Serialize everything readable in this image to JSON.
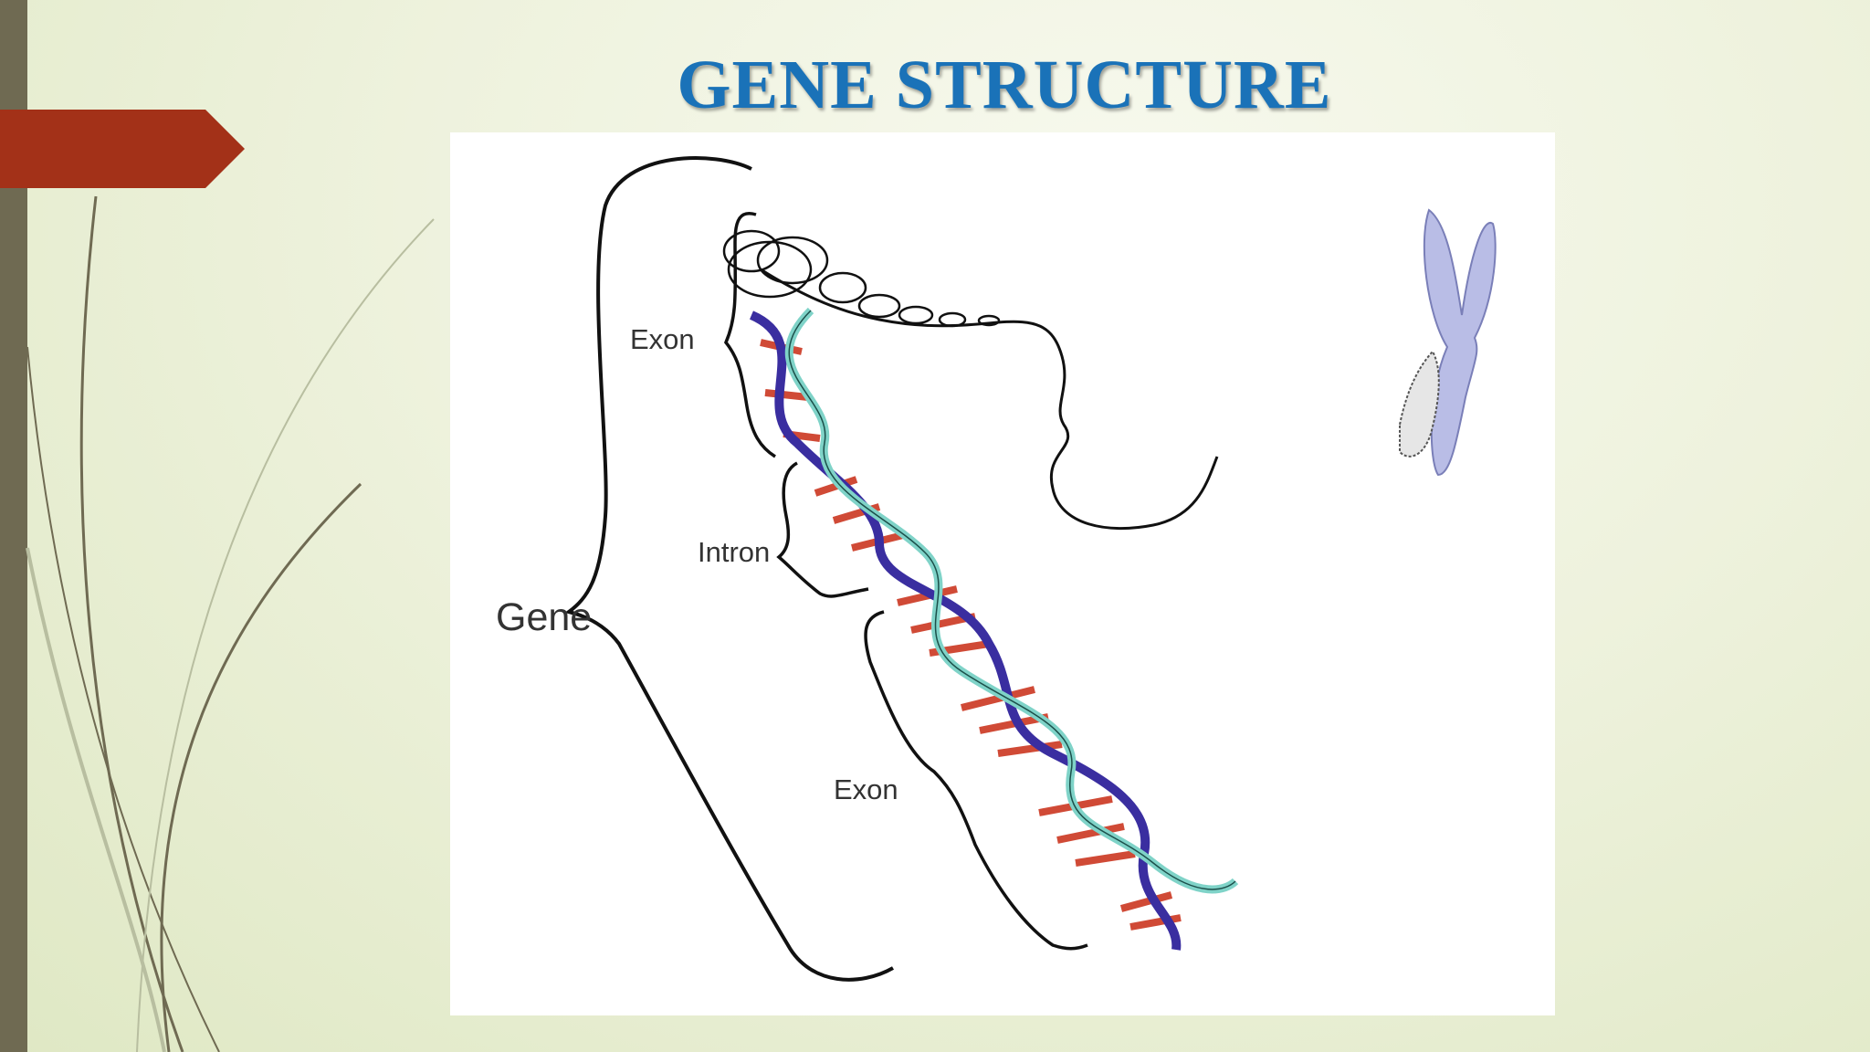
{
  "slide": {
    "title": "GENE STRUCTURE"
  },
  "diagram": {
    "labels": {
      "exon_top": "Exon",
      "intron": "Intron",
      "gene": "Gene",
      "exon_bottom": "Exon"
    }
  },
  "colors": {
    "title": "#1a72b8",
    "accent_tab": "#a33118",
    "left_bar": "#6f6a52",
    "strand_dark": "#3a2ea0",
    "strand_light": "#7fd3c8",
    "base_pairs": "#d04a36",
    "chromosome": "#b9bde6"
  }
}
